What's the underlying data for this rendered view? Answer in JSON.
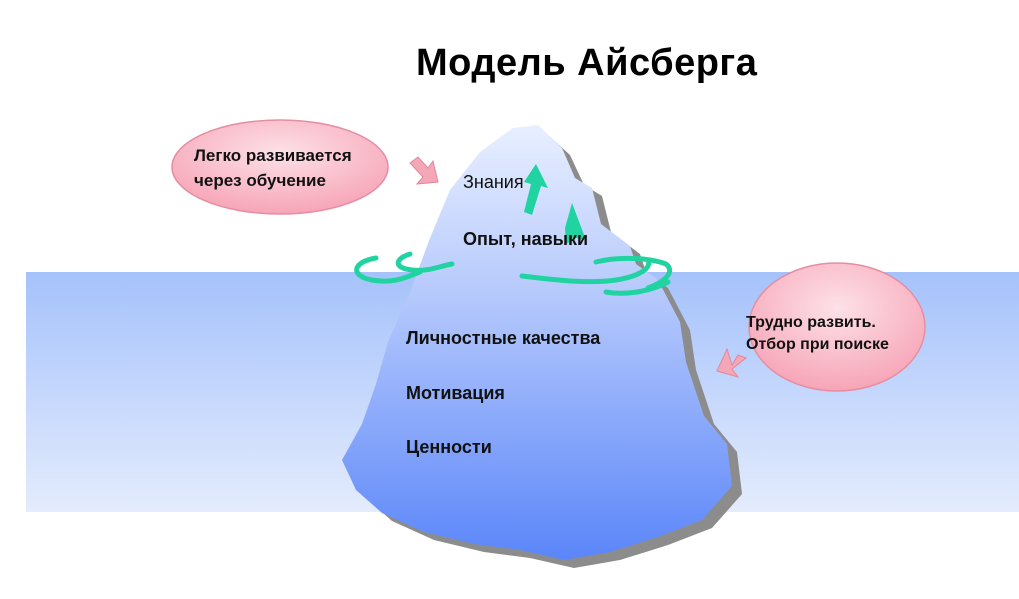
{
  "title": "Модель Айсберга",
  "callouts": {
    "top_left": {
      "line1": "Легко развивается",
      "line2": "через обучение"
    },
    "right": {
      "line1": "Трудно развить.",
      "line2": "Отбор при поиске"
    }
  },
  "layers": {
    "above_water": [
      "Знания",
      "Опыт, навыки"
    ],
    "below_water": [
      "Личностные качества",
      "Мотивация",
      "Ценности"
    ]
  },
  "colors": {
    "water_top": "#a5c2fb",
    "water_bottom": "#e4ecfd",
    "ice_top": "#e8efff",
    "ice_bottom": "#5b86f9",
    "shadow": "#8c8c8c",
    "callout_fill": "#f7a3b4",
    "arrow_fill": "#f4a7b7",
    "wave": "#22d3a2"
  }
}
